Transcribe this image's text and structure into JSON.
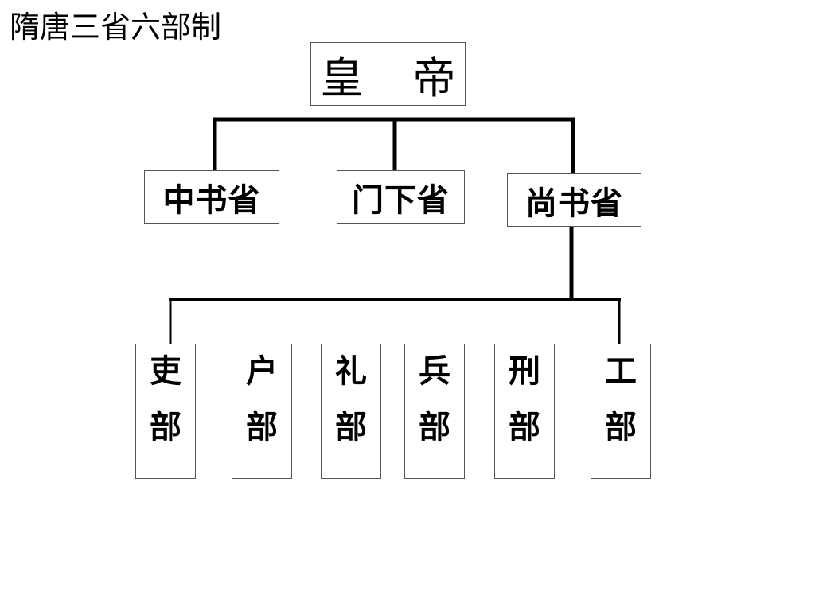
{
  "diagram": {
    "title": "隋唐三省六部制",
    "root": {
      "char1": "皇",
      "char2": "帝"
    },
    "sheng": [
      {
        "label": "中书省"
      },
      {
        "label": "门下省"
      },
      {
        "label": "尚书省"
      }
    ],
    "bu": [
      {
        "char1": "吏",
        "char2": "部"
      },
      {
        "char1": "户",
        "char2": "部"
      },
      {
        "char1": "礼",
        "char2": "部"
      },
      {
        "char1": "兵",
        "char2": "部"
      },
      {
        "char1": "刑",
        "char2": "部"
      },
      {
        "char1": "工",
        "char2": "部"
      }
    ]
  }
}
